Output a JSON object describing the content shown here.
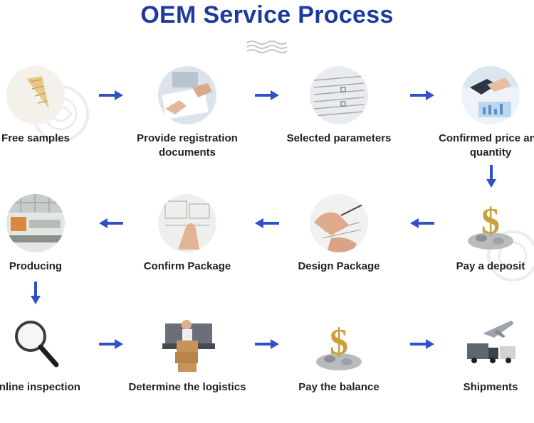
{
  "title": "OEM Service Process",
  "accent_color": "#1f3a9e",
  "arrow_color": "#2f50c8",
  "steps": [
    {
      "label": "Free samples",
      "icon": "ice-cream-cone-icon"
    },
    {
      "label": "Provide registration documents",
      "icon": "documents-handshake-icon"
    },
    {
      "label": "Selected parameters",
      "icon": "form-document-icon"
    },
    {
      "label": "Confirmed price and quantity",
      "icon": "handshake-chart-icon"
    },
    {
      "label": "Pay a deposit",
      "icon": "dollar-coins-icon"
    },
    {
      "label": "Design Package",
      "icon": "design-drawing-icon"
    },
    {
      "label": "Confirm Package",
      "icon": "package-sketch-icon"
    },
    {
      "label": "Producing",
      "icon": "factory-line-icon"
    },
    {
      "label": "Online inspection",
      "icon": "magnifier-icon"
    },
    {
      "label": "Determine the logistics",
      "icon": "delivery-truck-icon"
    },
    {
      "label": "Pay the balance",
      "icon": "dollar-coins-icon"
    },
    {
      "label": "Shipments",
      "icon": "plane-truck-icon"
    }
  ]
}
